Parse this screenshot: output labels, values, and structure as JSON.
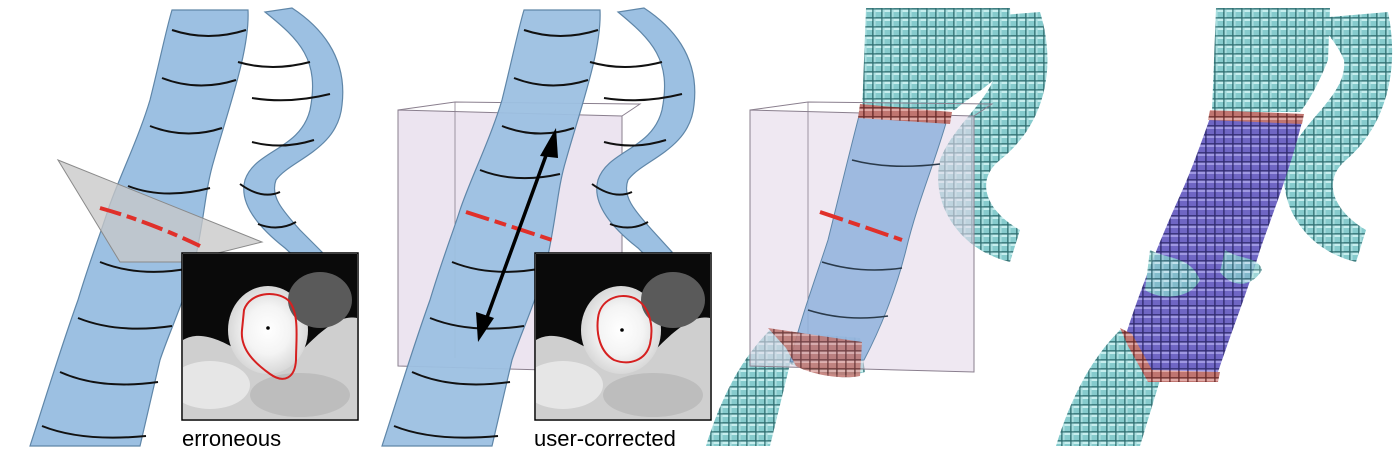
{
  "panels": [
    {
      "id": "panel-erroneous",
      "caption": "erroneous"
    },
    {
      "id": "panel-user-corrected",
      "caption": "user-corrected"
    },
    {
      "id": "panel-bounding-box-voxels"
    },
    {
      "id": "panel-resegmented-voxels"
    }
  ],
  "colors": {
    "vessel": "#9cc0e2",
    "vessel_edge": "#5f86a8",
    "contour_ring": "#111111",
    "error_ring": "#e0302a",
    "cut_plane": "#c4c4c4",
    "bounding_box": "#e6dbe9",
    "voxel_teal": "#7fc4c6",
    "voxel_purple": "#6e66c0",
    "voxel_boundary": "#b86a66",
    "inset_contour": "#d62020"
  },
  "icons": [
    "double-arrow-icon",
    "voxel-grid-icon",
    "cross-section-inset-icon"
  ]
}
